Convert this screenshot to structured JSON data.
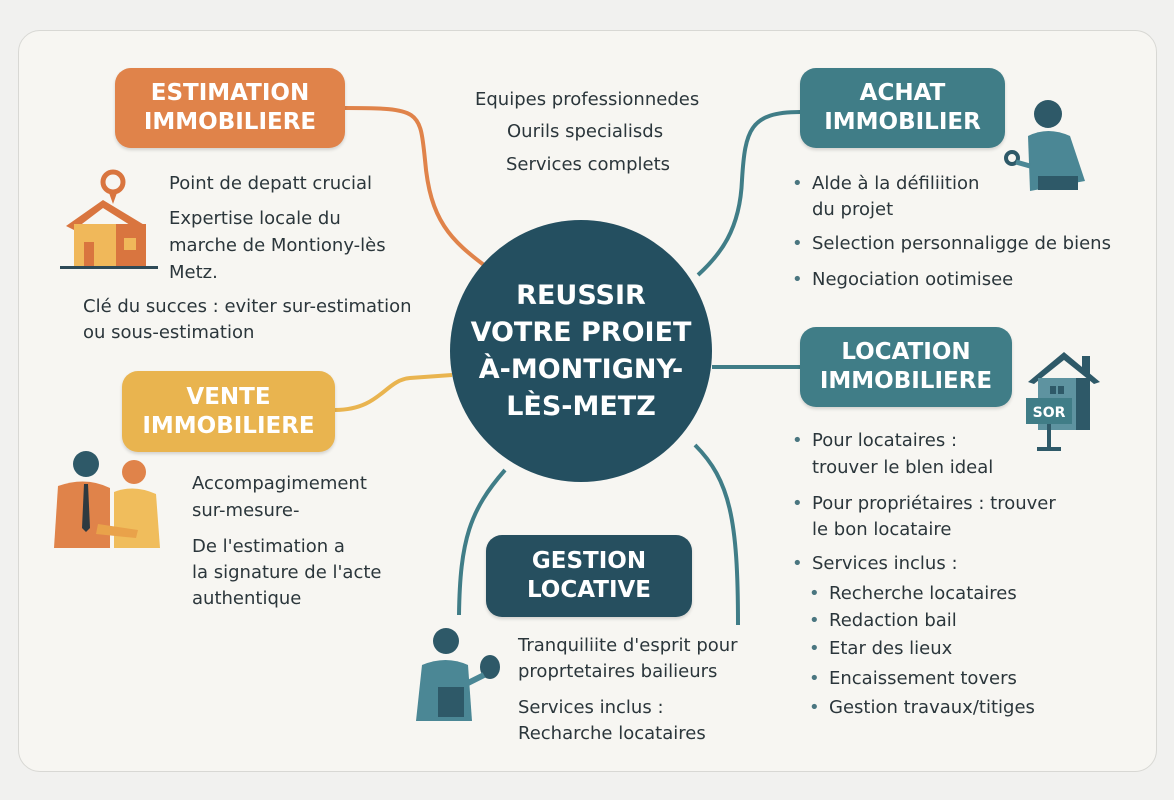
{
  "center": {
    "lines": [
      "REUSSIR",
      "VOTRE PROIET",
      "À-MONTIGNY-",
      "LÈS-METZ"
    ]
  },
  "top_notes": [
    "Equipes professionnedes",
    "Ourils specialisds",
    "Services complets"
  ],
  "estimation": {
    "title": [
      "ESTIMATION",
      "IMMOBILIERE"
    ],
    "lines": [
      "Point de depatt crucial",
      "Expertise locale du",
      "marche de Montiony-lès",
      "Metz.",
      "Clé du succes : eviter sur-estimation",
      "ou sous-estimation"
    ]
  },
  "achat": {
    "title": [
      "ACHAT",
      "IMMOBILIER"
    ],
    "lines": [
      "Alde à la défiliition",
      "du projet",
      "Selection personnaligge de biens",
      "Negociation ootimisee"
    ]
  },
  "location": {
    "title": [
      "LOCATION",
      "IMMOBILIERE"
    ],
    "sign": "SOR",
    "lines": [
      "Pour locataires :",
      "trouver le blen ideal",
      "Pour propriétaires : trouver",
      "le bon locataire",
      "Services inclus :"
    ],
    "sub": [
      "Recherche locataires",
      "Redaction bail",
      "Etar des lieux",
      "Encaissement tovers",
      "Gestion travaux/titiges"
    ]
  },
  "vente": {
    "title": [
      "VENTE",
      "IMMOBILIERE"
    ],
    "lines": [
      "Accompagimement",
      "sur-mesure-",
      "De l'estimation a",
      "la signature de l'acte",
      "authentique"
    ]
  },
  "gestion": {
    "title": [
      "GESTION",
      "LOCATIVE"
    ],
    "lines": [
      "Tranquiliite d'esprit pour",
      "proprtetaires bailieurs",
      "Services inclus :",
      "Recharche locataires"
    ]
  },
  "colors": {
    "orange": "#e0834a",
    "yellow": "#e9b44f",
    "teal": "#407d87",
    "navy": "#244f60"
  }
}
